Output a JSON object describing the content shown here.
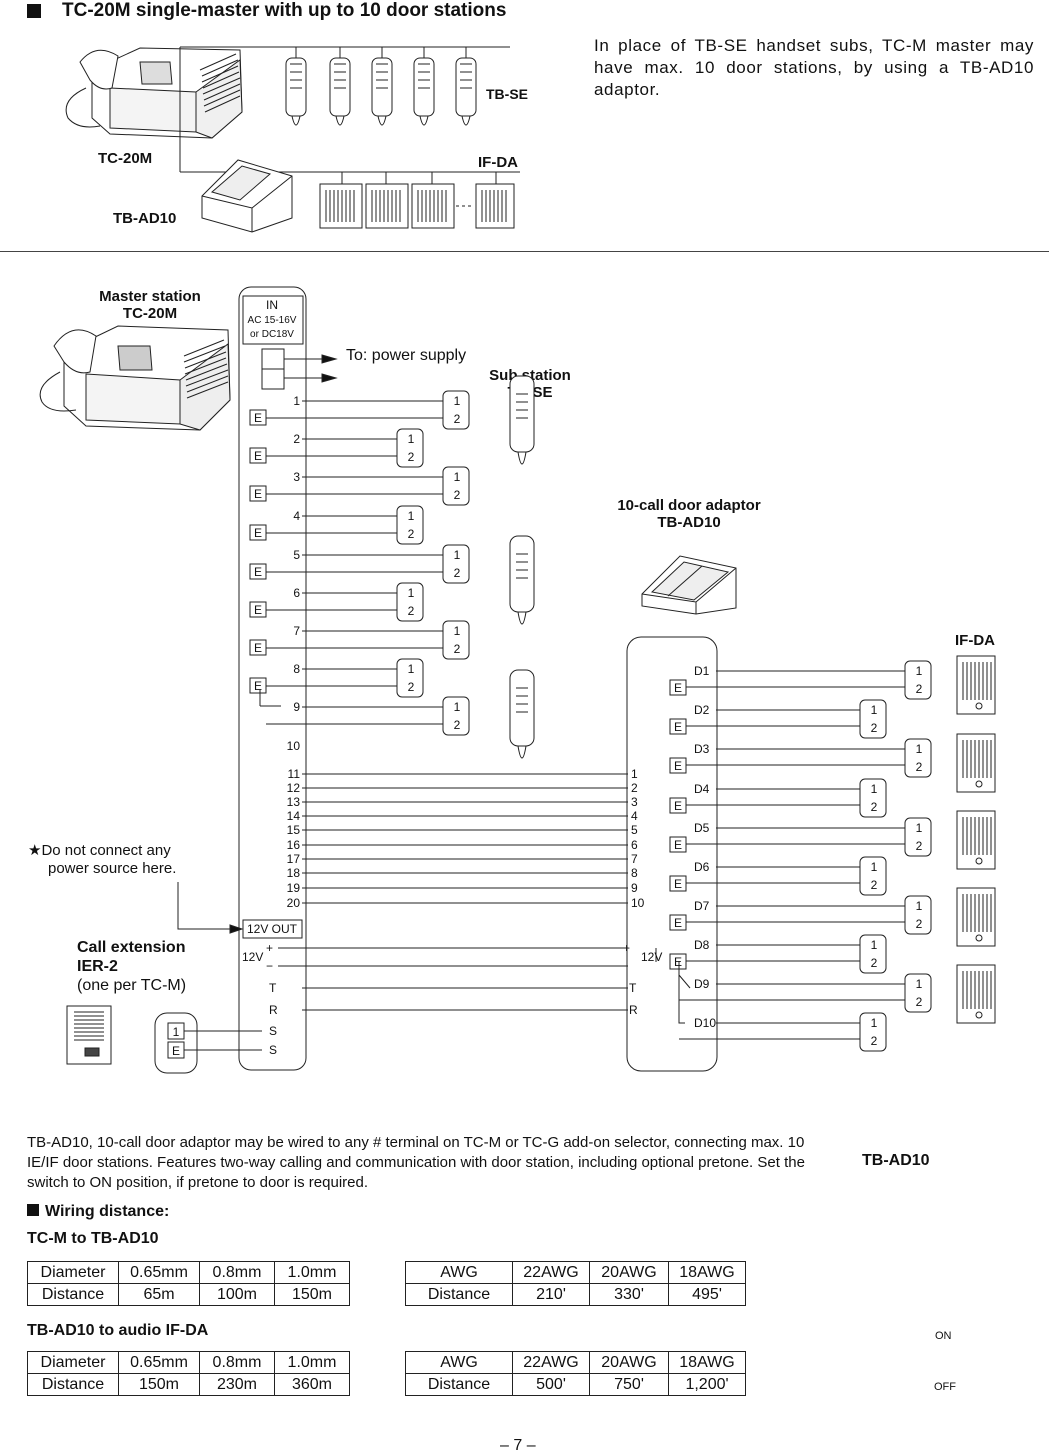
{
  "top": {
    "title": "TC-20M single-master with up to 10 door stations",
    "intro": "In place of TB-SE handset subs, TC-M master may have max. 10 door stations, by using a TB-AD10 adaptor.",
    "label_tbse": "TB-SE",
    "label_tc20m": "TC-20M",
    "label_ifda": "IF-DA",
    "label_tbad10": "TB-AD10"
  },
  "wiring": {
    "master_label": "Master station",
    "master_model": "TC-20M",
    "in_box": [
      "IN",
      "AC 15-16V",
      "or DC18V"
    ],
    "to_power": "To: power supply",
    "sub_label": "Sub station",
    "sub_model": "TB-SE",
    "adaptor_label": "10-call door adaptor",
    "adaptor_model": "TB-AD10",
    "ifda_label": "IF-DA",
    "master_terminals": [
      "1",
      "2",
      "3",
      "4",
      "5",
      "6",
      "7",
      "8",
      "9",
      "10",
      "11",
      "12",
      "13",
      "14",
      "15",
      "16",
      "17",
      "18",
      "19",
      "20"
    ],
    "e_mark": "E",
    "pair": [
      "1",
      "2"
    ],
    "out12v": "12V OUT",
    "v12": "12V",
    "plus": "+",
    "minus": "−",
    "trss": [
      "T",
      "R",
      "S",
      "S"
    ],
    "adaptor_inputs": [
      "1",
      "2",
      "3",
      "4",
      "5",
      "6",
      "7",
      "8",
      "9",
      "10"
    ],
    "adaptor_tr": [
      "T",
      "R"
    ],
    "door_terminals": [
      "D1",
      "D2",
      "D3",
      "D4",
      "D5",
      "D6",
      "D7",
      "D8",
      "D9",
      "D10"
    ],
    "warning_star": "★",
    "warning": [
      "Do not connect any",
      "power source here."
    ],
    "call_ext": [
      "Call extension",
      "IER-2",
      "(one per TC-M)"
    ],
    "ext_terms": [
      "1",
      "E"
    ]
  },
  "description": "TB-AD10, 10-call door adaptor may be wired to any # terminal on TC-M or TC-G add-on selector, connecting max. 10 IE/IF door stations. Features two-way calling and communication with door station, including optional pretone. Set the switch to ON position, if pretone to door is required.",
  "wiring_distance": {
    "heading": "Wiring distance:",
    "sections": [
      {
        "title": "TC-M to TB-AD10",
        "metric": {
          "header": [
            "Diameter",
            "0.65mm",
            "0.8mm",
            "1.0mm"
          ],
          "row": [
            "Distance",
            "65m",
            "100m",
            "150m"
          ]
        },
        "awg": {
          "header": [
            "AWG",
            "22AWG",
            "20AWG",
            "18AWG"
          ],
          "row": [
            "Distance",
            "210'",
            "330'",
            "495'"
          ]
        }
      },
      {
        "title": "TB-AD10 to audio IF-DA",
        "metric": {
          "header": [
            "Diameter",
            "0.65mm",
            "0.8mm",
            "1.0mm"
          ],
          "row": [
            "Distance",
            "150m",
            "230m",
            "360m"
          ]
        },
        "awg": {
          "header": [
            "AWG",
            "22AWG",
            "20AWG",
            "18AWG"
          ],
          "row": [
            "Distance",
            "500'",
            "750'",
            "1,200'"
          ]
        }
      }
    ]
  },
  "switch": {
    "label": "TB-AD10",
    "on": "ON",
    "off": "OFF"
  },
  "page_number": "– 7 –"
}
